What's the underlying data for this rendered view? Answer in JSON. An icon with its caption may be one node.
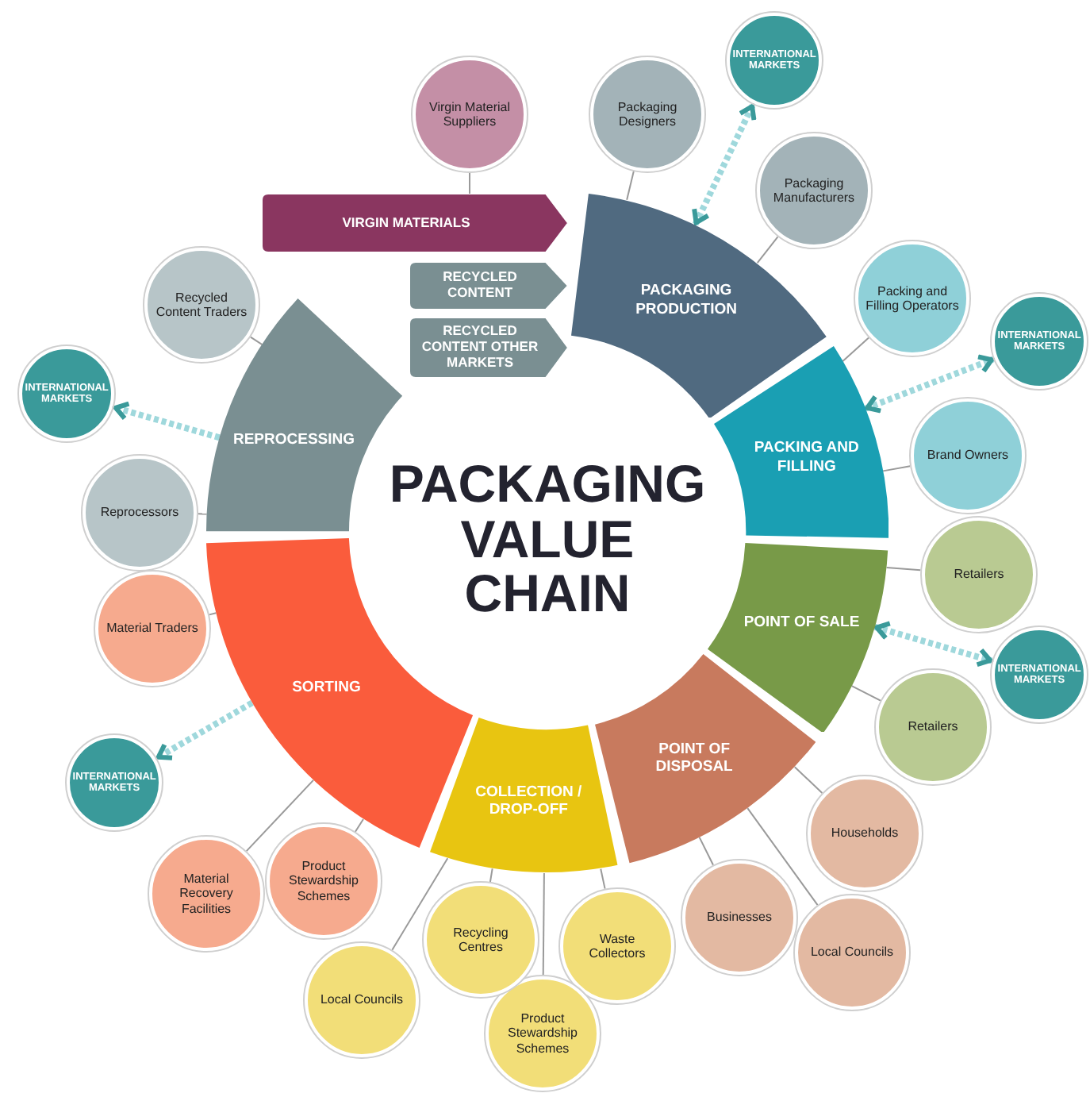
{
  "diagram": {
    "title": "PACKAGING VALUE CHAIN",
    "nodes": [
      {
        "text": [
          "VIRGIN MATERIALS"
        ]
      },
      {
        "text": [
          "RECYCLED CONTENT"
        ]
      },
      {
        "text": [
          "RECYCLED CONTENT OTHER MARKETS"
        ]
      },
      {
        "text": [
          "PACKAGING PRODUCTION"
        ]
      },
      {
        "text": [
          "PACKING AND FILLING"
        ]
      },
      {
        "text": [
          "POINT OF SALE"
        ]
      },
      {
        "text": [
          "POINT OF DISPOSAL"
        ]
      },
      {
        "text": [
          "COLLECTION / DROP-OFF"
        ]
      },
      {
        "text": [
          "SORTING"
        ]
      },
      {
        "text": [
          "REPROCESSING"
        ]
      },
      {
        "text": [
          "Virgin Material Suppliers"
        ]
      },
      {
        "text": [
          "Packaging Designers"
        ]
      },
      {
        "text": [
          "INTERNATIONAL MARKETS"
        ]
      },
      {
        "text": [
          "Packaging Manufacturers"
        ]
      },
      {
        "text": [
          "Packing and Filling Operators"
        ]
      },
      {
        "text": [
          "INTERNATIONAL MARKETS"
        ]
      },
      {
        "text": [
          "Brand Owners"
        ]
      },
      {
        "text": [
          "Retailers"
        ]
      },
      {
        "text": [
          "INTERNATIONAL MARKETS"
        ]
      },
      {
        "text": [
          "Retailers"
        ]
      },
      {
        "text": [
          "Households"
        ]
      },
      {
        "text": [
          "Businesses"
        ]
      },
      {
        "text": [
          "Local Councils"
        ]
      },
      {
        "text": [
          "Waste Collectors"
        ]
      },
      {
        "text": [
          "Product Stewardship Schemes"
        ]
      },
      {
        "text": [
          "Recycling Centres"
        ]
      },
      {
        "text": [
          "Local Councils"
        ]
      },
      {
        "text": [
          "Product Stewardship Schemes"
        ]
      },
      {
        "text": [
          "Material Recovery Facilities"
        ]
      },
      {
        "text": [
          "INTERNATIONAL MARKETS"
        ]
      },
      {
        "text": [
          "Material Traders"
        ]
      },
      {
        "text": [
          "Reprocessors"
        ]
      },
      {
        "text": [
          "INTERNATIONAL MARKETS"
        ]
      },
      {
        "text": [
          "Recycled Content Traders"
        ]
      }
    ],
    "edges": [
      {
        "from": 10,
        "to": 0,
        "arrow": "none"
      },
      {
        "from": 11,
        "to": 3,
        "arrow": "none"
      },
      {
        "from": 3,
        "to": 12,
        "arrow": "both",
        "style": "dashed",
        "color": "#9fd8dc"
      },
      {
        "from": 13,
        "to": 3,
        "arrow": "none"
      },
      {
        "from": 14,
        "to": 4,
        "arrow": "none"
      },
      {
        "from": 4,
        "to": 15,
        "arrow": "both",
        "style": "dashed",
        "color": "#9fd8dc"
      },
      {
        "from": 16,
        "to": 4,
        "arrow": "none"
      },
      {
        "from": 17,
        "to": 5,
        "arrow": "none"
      },
      {
        "from": 5,
        "to": 18,
        "arrow": "both",
        "style": "dashed",
        "color": "#9fd8dc"
      },
      {
        "from": 19,
        "to": 5,
        "arrow": "none"
      },
      {
        "from": 20,
        "to": 6,
        "arrow": "none"
      },
      {
        "from": 21,
        "to": 6,
        "arrow": "none"
      },
      {
        "from": 22,
        "to": 6,
        "arrow": "none"
      },
      {
        "from": 23,
        "to": 7,
        "arrow": "none"
      },
      {
        "from": 24,
        "to": 7,
        "arrow": "none"
      },
      {
        "from": 25,
        "to": 7,
        "arrow": "none"
      },
      {
        "from": 26,
        "to": 7,
        "arrow": "none"
      },
      {
        "from": 27,
        "to": 8,
        "arrow": "none"
      },
      {
        "from": 28,
        "to": 8,
        "arrow": "none"
      },
      {
        "from": 8,
        "to": 29,
        "arrow": "to",
        "style": "dashed",
        "color": "#9fd8dc"
      },
      {
        "from": 30,
        "to": 8,
        "arrow": "none"
      },
      {
        "from": 31,
        "to": 9,
        "arrow": "none"
      },
      {
        "from": 9,
        "to": 32,
        "arrow": "to",
        "style": "dashed",
        "color": "#9fd8dc"
      },
      {
        "from": 33,
        "to": 9,
        "arrow": "none"
      }
    ]
  }
}
